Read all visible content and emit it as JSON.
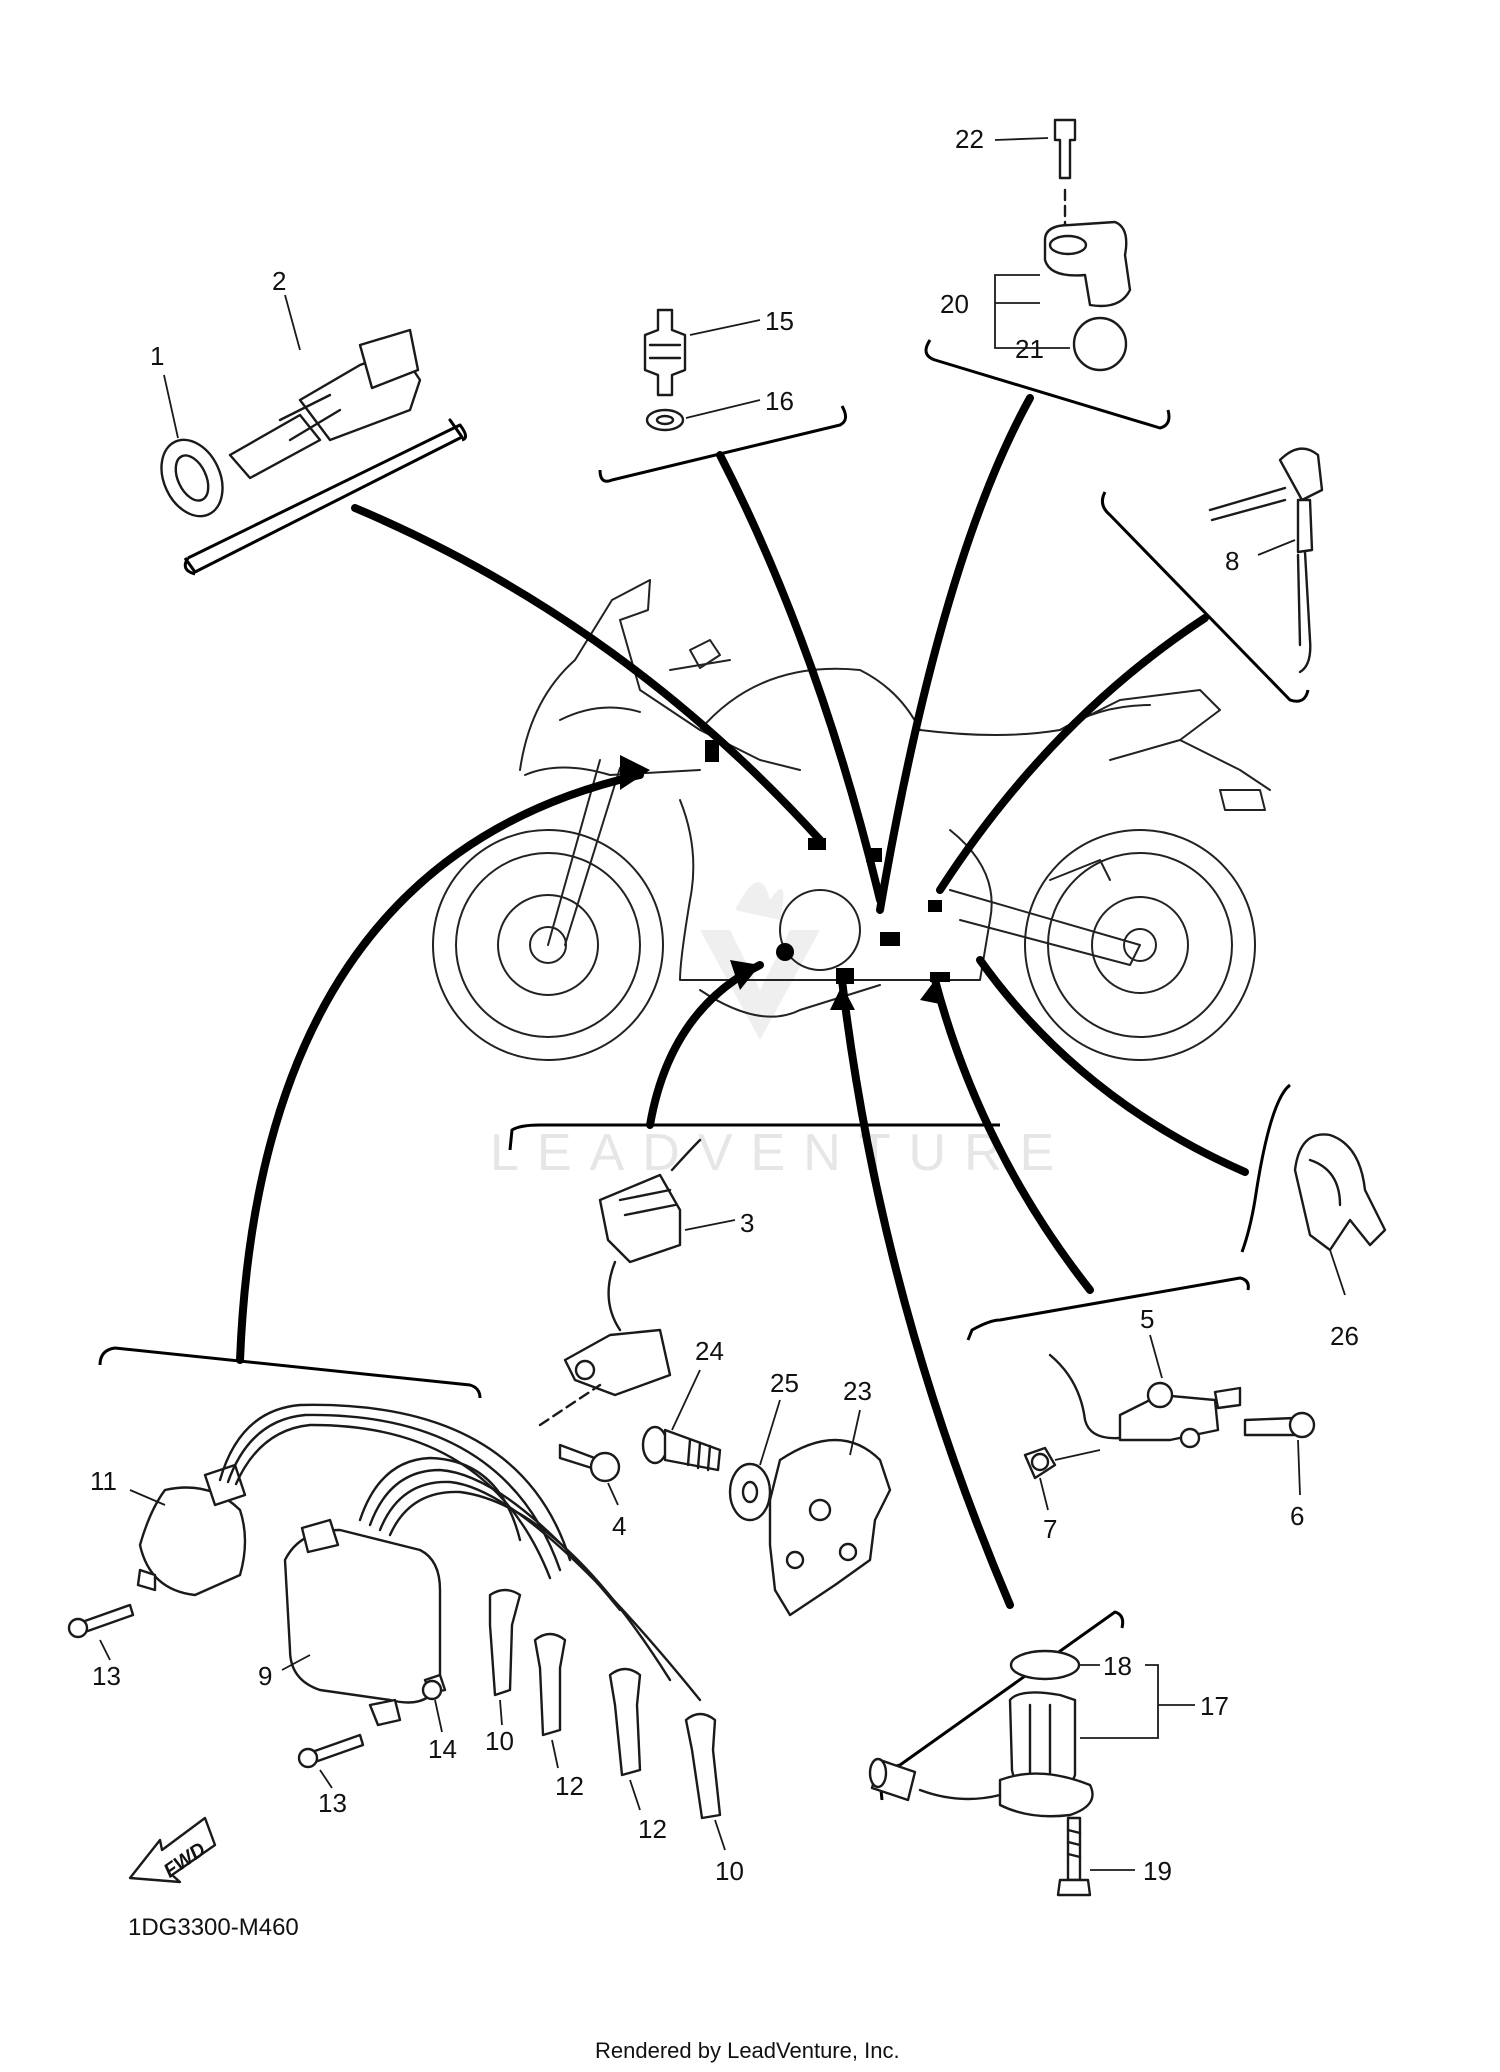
{
  "watermark": "LEADVENTURE",
  "diagram_code": "1DG3300-M460",
  "credit": "Rendered by LeadVenture, Inc.",
  "fwd_label": "FWD",
  "callouts": {
    "p1": "1",
    "p2": "2",
    "p3": "3",
    "p4": "4",
    "p5": "5",
    "p6": "6",
    "p7": "7",
    "p8": "8",
    "p9": "9",
    "p10a": "10",
    "p10b": "10",
    "p11": "11",
    "p12a": "12",
    "p12b": "12",
    "p13a": "13",
    "p13b": "13",
    "p14": "14",
    "p15": "15",
    "p16": "16",
    "p17": "17",
    "p18": "18",
    "p19": "19",
    "p20": "20",
    "p21": "21",
    "p22": "22",
    "p23": "23",
    "p24": "24",
    "p25": "25",
    "p26": "26"
  }
}
